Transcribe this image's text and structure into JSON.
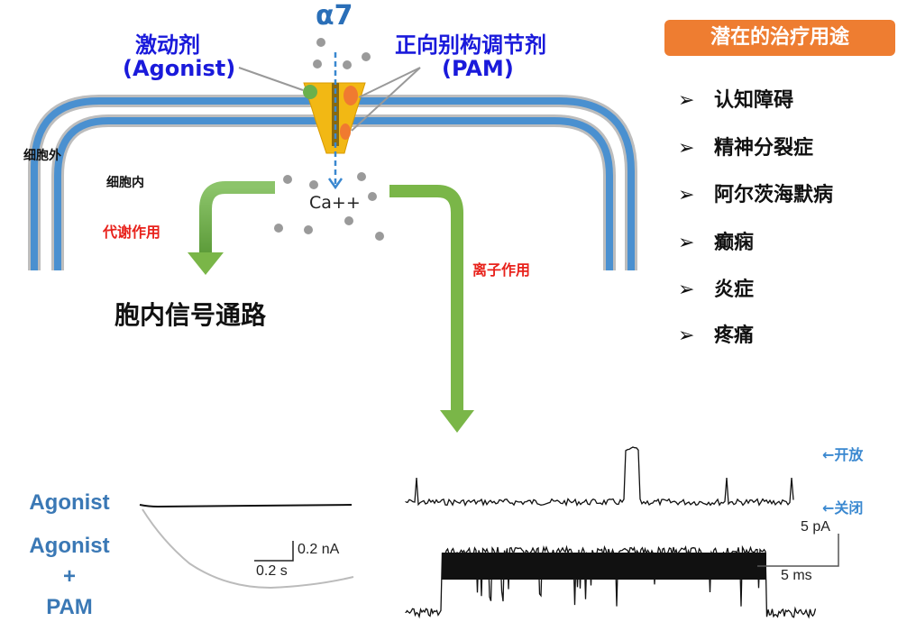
{
  "channel": {
    "label": "α7",
    "ion": "Ca++"
  },
  "agonist_label": {
    "cn": "激动剂",
    "en": "(Agonist)"
  },
  "pam_label": {
    "cn": "正向别构调节剂",
    "en": "(PAM)"
  },
  "regions": {
    "outside": "细胞外",
    "inside": "细胞内"
  },
  "pathways": {
    "metabolic": "代谢作用",
    "ionic": "离子作用",
    "signaling": "胞内信号通路"
  },
  "uses": {
    "title": "潜在的治疗用途",
    "bullet": "➢",
    "items": [
      "认知障碍",
      "精神分裂症",
      "阿尔茨海默病",
      "癫痫",
      "炎症",
      "疼痛"
    ]
  },
  "whole_cell": {
    "trace1": "Agonist",
    "trace2": [
      "Agonist",
      "+",
      "PAM"
    ],
    "scale_y": "0.2 nA",
    "scale_x": "0.2 s"
  },
  "single_channel": {
    "open": "←开放",
    "closed": "←关闭",
    "scale_y": "5 pA",
    "scale_x": "5 ms"
  },
  "colors": {
    "membrane": "#4a90d0",
    "arrow": "#7ab648",
    "channel": "#f2b814",
    "orange_box": "#ee7d31",
    "agonist": "#6ab04c",
    "pam": "#f07a30"
  }
}
